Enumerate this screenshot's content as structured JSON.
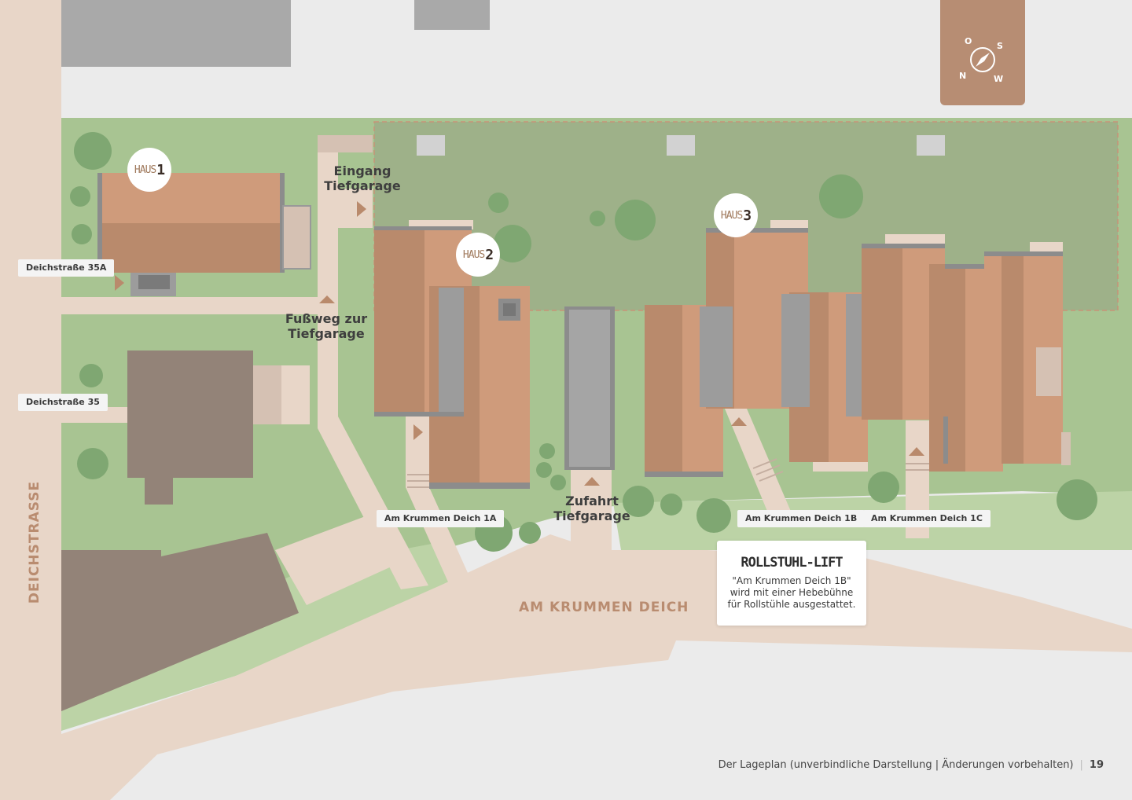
{
  "houses": [
    {
      "prefix": "HAUS",
      "number": "1"
    },
    {
      "prefix": "HAUS",
      "number": "2"
    },
    {
      "prefix": "HAUS",
      "number": "3"
    }
  ],
  "addresses": {
    "deichstrasse_35a": "Deichstraße 35A",
    "deichstrasse_35": "Deichstraße 35",
    "am_krummen_deich_1a": "Am Krummen Deich 1A",
    "am_krummen_deich_1b": "Am Krummen Deich 1B",
    "am_krummen_deich_1c": "Am Krummen Deich 1C"
  },
  "labels": {
    "eingang_line1": "Eingang",
    "eingang_line2": "Tiefgarage",
    "fussweg_line1": "Fußweg zur",
    "fussweg_line2": "Tiefgarage",
    "zufahrt_line1": "Zufahrt",
    "zufahrt_line2": "Tiefgarage"
  },
  "streets": {
    "deichstrasse": "DEICHSTRASSE",
    "am_krummen_deich": "AM KRUMMEN DEICH"
  },
  "info": {
    "title": "ROLLSTUHL-LIFT",
    "line1": "\"Am Krummen Deich 1B\"",
    "line2": "wird mit einer Hebebühne",
    "line3": "für Rollstühle ausgestattet."
  },
  "compass": {
    "north": "N",
    "south": "S",
    "east": "O",
    "west": "W"
  },
  "footer": {
    "caption": "Der Lageplan (unverbindliche Darstellung | Änderungen vorbehalten)",
    "page": "19"
  },
  "colors": {
    "grass": "#a8c492",
    "grass_light": "#bcd3a6",
    "yard": "#9eb189",
    "path": "#e8d6c8",
    "roof": "#cf9b7b",
    "roof_dark": "#b98a6c",
    "garage": "#9c9c9c",
    "neighbor": "#938378",
    "accent": "#b78d73"
  }
}
